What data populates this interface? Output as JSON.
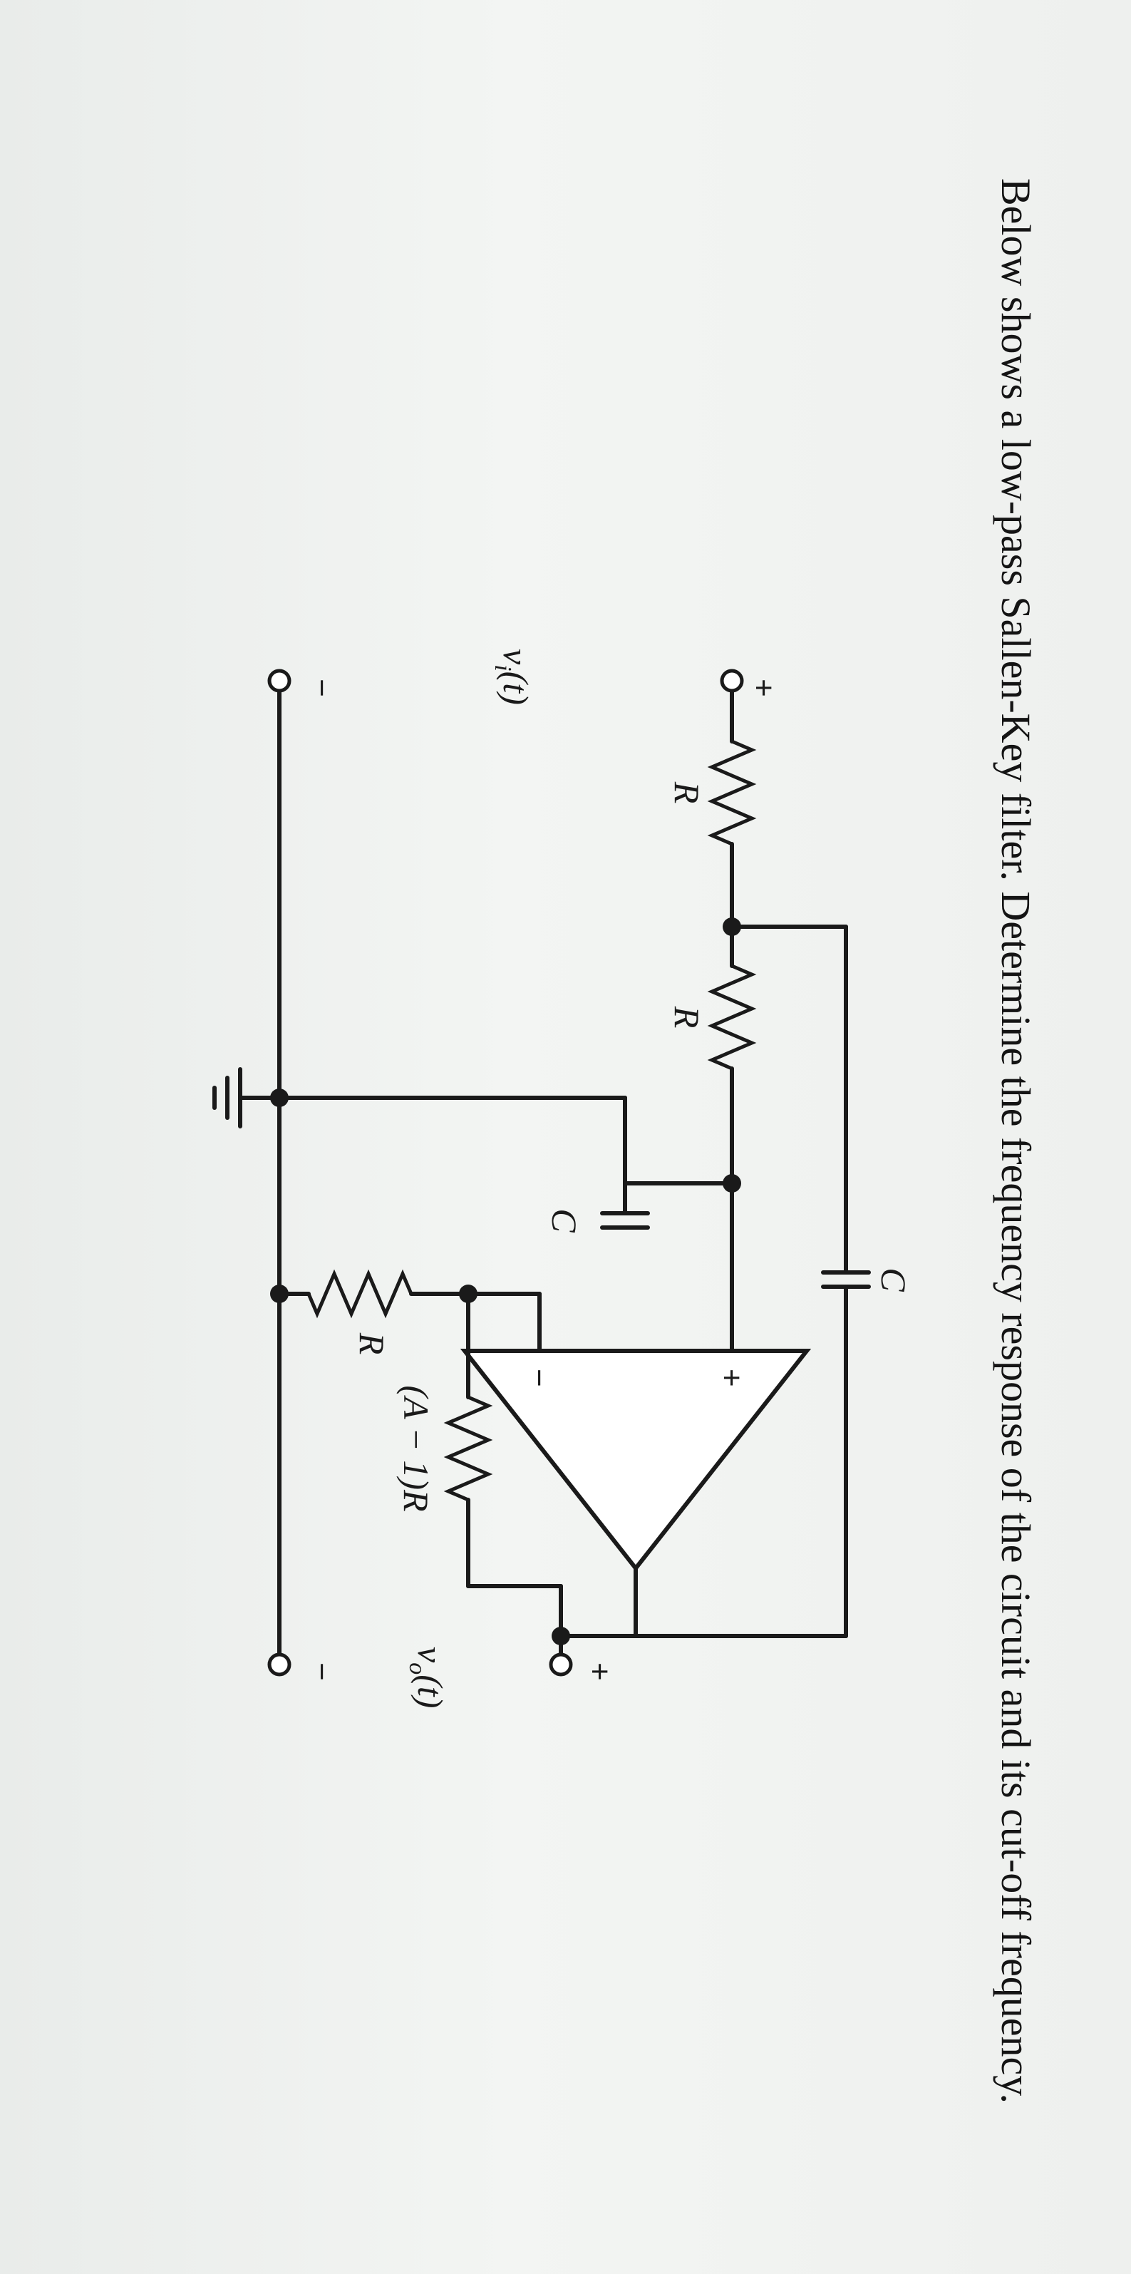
{
  "question": {
    "text": "Below shows a low-pass Sallen-Key filter. Determine the frequency response of the circuit and its cut-off frequency."
  },
  "circuit": {
    "labels": {
      "r1": "R",
      "r2": "R",
      "c_feedback": "C",
      "c_ground": "C",
      "r_ground": "R",
      "r_feedback": "(A − 1)R",
      "vin": "v",
      "vin_sub": "i",
      "vin_arg": "(t)",
      "vout": "v",
      "vout_sub": "o",
      "vout_arg": "(t)",
      "in_plus": "+",
      "in_minus": "−",
      "out_plus": "+",
      "out_minus": "−",
      "opamp_plus": "+",
      "opamp_minus": "−"
    }
  }
}
